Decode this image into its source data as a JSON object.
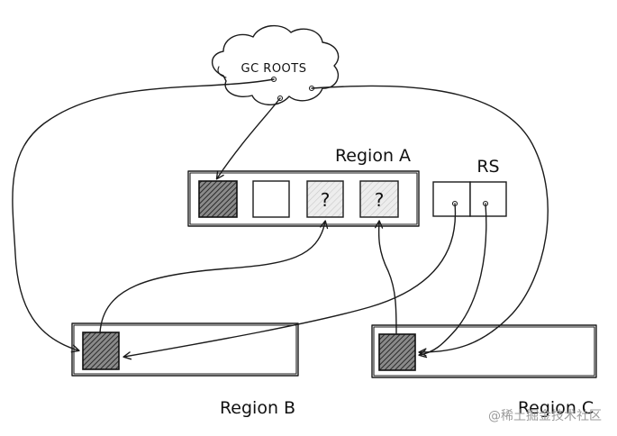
{
  "diagram": {
    "gc_roots_label": "GC ROOTS",
    "region_a_label": "Region A",
    "region_b_label": "Region B",
    "region_c_label": "Region C",
    "rs_label": "RS",
    "unknown_cell_1": "?",
    "unknown_cell_2": "?",
    "watermark": "@稀土掘金技术社区"
  },
  "colors": {
    "stroke": "#1b1b1b",
    "live_object_fill": "#555555",
    "unknown_object_fill": "#e6e6e6",
    "watermark": "#9b9b9b"
  }
}
